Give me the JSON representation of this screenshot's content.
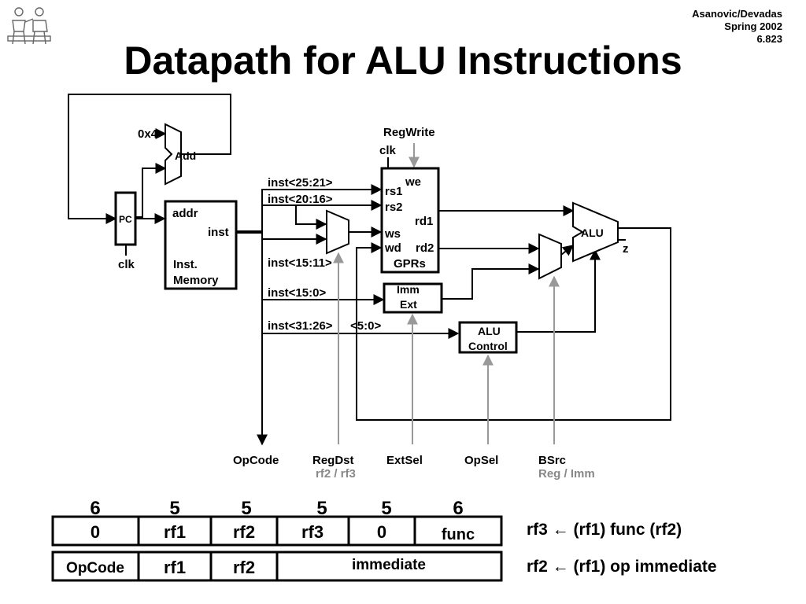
{
  "header": {
    "title": "Datapath for ALU Instructions",
    "course_lines": [
      "Asanovic/Devadas",
      "Spring 2002",
      "6.823"
    ]
  },
  "diagram": {
    "const_0x4": "0x4",
    "add": "Add",
    "pc": "PC",
    "pc_clk": "clk",
    "imem": {
      "addr": "addr",
      "inst": "inst",
      "name_line1": "Inst.",
      "name_line2": "Memory"
    },
    "fields": {
      "f25_21": "inst<25:21>",
      "f20_16": "inst<20:16>",
      "f15_11": "inst<15:11>",
      "f15_0": "inst<15:0>",
      "f31_26": "inst<31:26>",
      "f5_0": "<5:0>"
    },
    "gprs": {
      "regwrite": "RegWrite",
      "clk": "clk",
      "we": "we",
      "rs1": "rs1",
      "rs2": "rs2",
      "rd1": "rd1",
      "ws": "ws",
      "wd": "wd",
      "rd2": "rd2",
      "name": "GPRs"
    },
    "imm_ext": {
      "line1": "Imm",
      "line2": "Ext"
    },
    "alu": "ALU",
    "alu_out": "z",
    "alu_control": {
      "line1": "ALU",
      "line2": "Control"
    },
    "controls": {
      "opcode": "OpCode",
      "regdst": "RegDst",
      "regdst_sub": "rf2 / rf3",
      "extsel": "ExtSel",
      "opsel": "OpSel",
      "bsrc": "BSrc",
      "bsrc_sub": "Reg / Imm"
    }
  },
  "formats": {
    "widths": [
      "6",
      "5",
      "5",
      "5",
      "5",
      "6"
    ],
    "rtype": [
      "0",
      "rf1",
      "rf2",
      "rf3",
      "0",
      "func"
    ],
    "itype": [
      "OpCode",
      "rf1",
      "rf2",
      "immediate"
    ],
    "rtype_eq": "rf3 ← (rf1) func (rf2)",
    "itype_eq": "rf2 ← (rf1) op immediate"
  },
  "colors": {
    "line": "#000000",
    "control_line": "#999999",
    "sub_text": "#888888"
  }
}
